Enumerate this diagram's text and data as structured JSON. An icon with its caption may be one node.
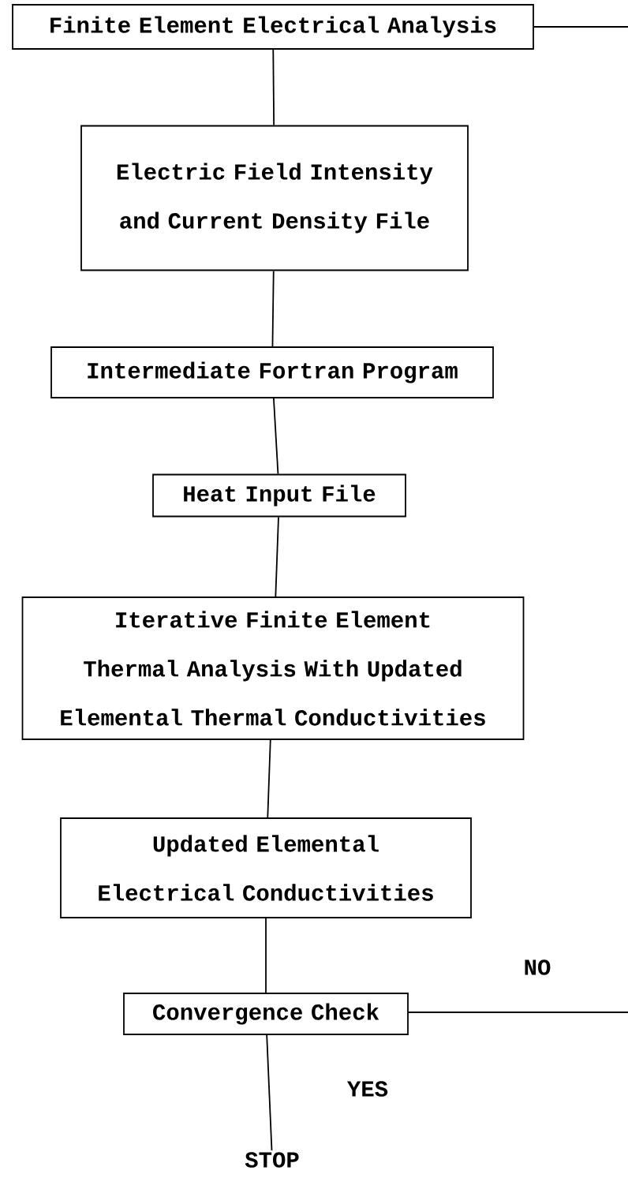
{
  "diagram": {
    "nodes": [
      {
        "text": [
          "Finite Element Electrical Analysis"
        ]
      },
      {
        "text": [
          "Electric Field Intensity and Current Density File"
        ]
      },
      {
        "text": [
          "Intermediate Fortran Program"
        ]
      },
      {
        "text": [
          "Heat Input File"
        ]
      },
      {
        "text": [
          "Iterative Finite Element Thermal Analysis With Updated Elemental Thermal Conductivities"
        ]
      },
      {
        "text": [
          "Updated Elemental Electrical Conductivities"
        ]
      },
      {
        "text": [
          "Convergence Check"
        ]
      },
      {
        "text": [
          "STOP"
        ]
      }
    ],
    "edges": [
      {
        "from": 0,
        "to": null,
        "arrow": "none"
      },
      {
        "from": 0,
        "to": 1,
        "arrow": "none"
      },
      {
        "from": 1,
        "to": 2,
        "arrow": "none"
      },
      {
        "from": 2,
        "to": 3,
        "arrow": "none"
      },
      {
        "from": 3,
        "to": 4,
        "arrow": "none"
      },
      {
        "from": 4,
        "to": 5,
        "arrow": "none"
      },
      {
        "from": 5,
        "to": 6,
        "arrow": "none"
      },
      {
        "from": 6,
        "to": null,
        "label": "NO",
        "arrow": "none"
      },
      {
        "from": 6,
        "to": 7,
        "label": "YES",
        "arrow": "none"
      }
    ]
  }
}
